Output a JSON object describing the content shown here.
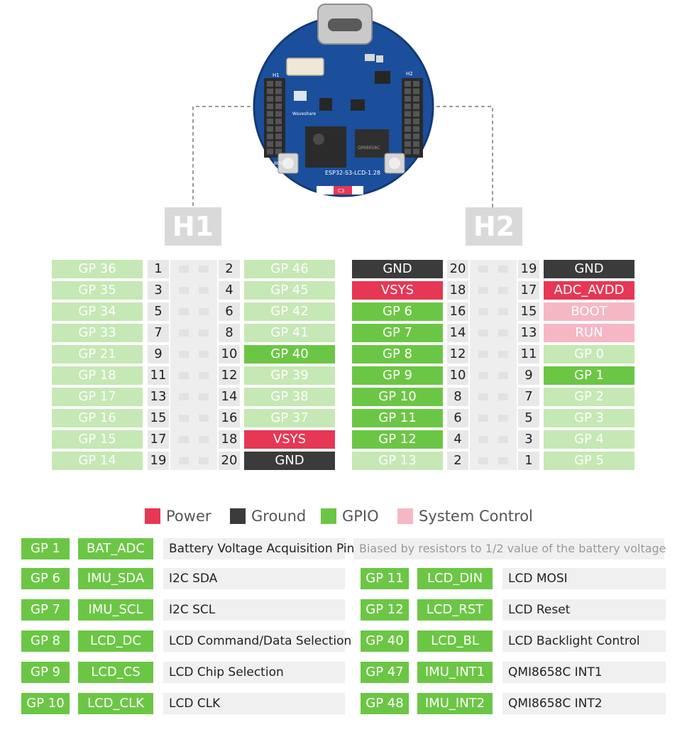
{
  "board": {
    "silkscreen_name": "ESP32-S3-LCD-1.28",
    "brand": "Waveshare",
    "chip_label": "QMI8658C",
    "boot_label": "BOOT",
    "header_left_silk": "H1",
    "header_right_silk": "H2",
    "cap_label": "C3"
  },
  "headers": {
    "h1_title": "H1",
    "h2_title": "H2"
  },
  "h1_rows": [
    {
      "left": "GP 36",
      "left_type": "gpio-light",
      "n_left": "1",
      "n_right": "2",
      "right": "GP 46",
      "right_type": "gpio-light"
    },
    {
      "left": "GP 35",
      "left_type": "gpio-light",
      "n_left": "3",
      "n_right": "4",
      "right": "GP 45",
      "right_type": "gpio-light"
    },
    {
      "left": "GP 34",
      "left_type": "gpio-light",
      "n_left": "5",
      "n_right": "6",
      "right": "GP 42",
      "right_type": "gpio-light"
    },
    {
      "left": "GP 33",
      "left_type": "gpio-light",
      "n_left": "7",
      "n_right": "8",
      "right": "GP 41",
      "right_type": "gpio-light"
    },
    {
      "left": "GP 21",
      "left_type": "gpio-light",
      "n_left": "9",
      "n_right": "10",
      "right": "GP 40",
      "right_type": "gpio"
    },
    {
      "left": "GP 18",
      "left_type": "gpio-light",
      "n_left": "11",
      "n_right": "12",
      "right": "GP 39",
      "right_type": "gpio-light"
    },
    {
      "left": "GP 17",
      "left_type": "gpio-light",
      "n_left": "13",
      "n_right": "14",
      "right": "GP 38",
      "right_type": "gpio-light"
    },
    {
      "left": "GP 16",
      "left_type": "gpio-light",
      "n_left": "15",
      "n_right": "16",
      "right": "GP 37",
      "right_type": "gpio-light"
    },
    {
      "left": "GP 15",
      "left_type": "gpio-light",
      "n_left": "17",
      "n_right": "18",
      "right": "VSYS",
      "right_type": "power"
    },
    {
      "left": "GP 14",
      "left_type": "gpio-light",
      "n_left": "19",
      "n_right": "20",
      "right": "GND",
      "right_type": "ground"
    }
  ],
  "h2_rows": [
    {
      "left": "GND",
      "left_type": "ground",
      "n_left": "20",
      "n_right": "19",
      "right": "GND",
      "right_type": "ground"
    },
    {
      "left": "VSYS",
      "left_type": "power",
      "n_left": "18",
      "n_right": "17",
      "right": "ADC_AVDD",
      "right_type": "power"
    },
    {
      "left": "GP 6",
      "left_type": "gpio",
      "n_left": "16",
      "n_right": "15",
      "right": "BOOT",
      "right_type": "sys"
    },
    {
      "left": "GP 7",
      "left_type": "gpio",
      "n_left": "14",
      "n_right": "13",
      "right": "RUN",
      "right_type": "sys"
    },
    {
      "left": "GP 8",
      "left_type": "gpio",
      "n_left": "12",
      "n_right": "11",
      "right": "GP 0",
      "right_type": "gpio-light"
    },
    {
      "left": "GP 9",
      "left_type": "gpio",
      "n_left": "10",
      "n_right": "9",
      "right": "GP 1",
      "right_type": "gpio"
    },
    {
      "left": "GP 10",
      "left_type": "gpio",
      "n_left": "8",
      "n_right": "7",
      "right": "GP 2",
      "right_type": "gpio-light"
    },
    {
      "left": "GP 11",
      "left_type": "gpio",
      "n_left": "6",
      "n_right": "5",
      "right": "GP 3",
      "right_type": "gpio-light"
    },
    {
      "left": "GP 12",
      "left_type": "gpio",
      "n_left": "4",
      "n_right": "3",
      "right": "GP 4",
      "right_type": "gpio-light"
    },
    {
      "left": "GP 13",
      "left_type": "gpio-light",
      "n_left": "2",
      "n_right": "1",
      "right": "GP 5",
      "right_type": "gpio-light"
    }
  ],
  "legend": [
    {
      "label": "Power",
      "color": "#e63755"
    },
    {
      "label": "Ground",
      "color": "#3b3b3b"
    },
    {
      "label": "GPIO",
      "color": "#6cc645"
    },
    {
      "label": "System Control",
      "color": "#f6b7c4"
    }
  ],
  "functions_full": {
    "gp": "GP 1",
    "name": "BAT_ADC",
    "desc": "Battery Voltage Acquisition Pin",
    "note": "Biased by resistors to 1/2 value of the battery voltage"
  },
  "functions_left": [
    {
      "gp": "GP 6",
      "name": "IMU_SDA",
      "desc": "I2C SDA"
    },
    {
      "gp": "GP 7",
      "name": "IMU_SCL",
      "desc": "I2C SCL"
    },
    {
      "gp": "GP 8",
      "name": "LCD_DC",
      "desc": "LCD Command/Data Selection"
    },
    {
      "gp": "GP 9",
      "name": "LCD_CS",
      "desc": "LCD Chip Selection"
    },
    {
      "gp": "GP 10",
      "name": "LCD_CLK",
      "desc": "LCD CLK"
    }
  ],
  "functions_right": [
    {
      "gp": "GP 11",
      "name": "LCD_DIN",
      "desc": "LCD MOSI"
    },
    {
      "gp": "GP 12",
      "name": "LCD_RST",
      "desc": "LCD Reset"
    },
    {
      "gp": "GP 40",
      "name": "LCD_BL",
      "desc": "LCD Backlight Control"
    },
    {
      "gp": "GP 47",
      "name": "IMU_INT1",
      "desc": "QMI8658C INT1"
    },
    {
      "gp": "GP 48",
      "name": "IMU_INT2",
      "desc": "QMI8658C INT2"
    }
  ]
}
